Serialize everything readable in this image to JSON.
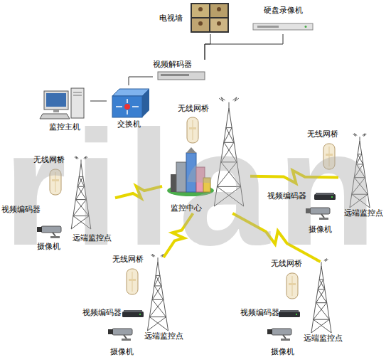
{
  "diagram": {
    "nodes": [
      {
        "text": [
          "电视墙"
        ]
      },
      {
        "text": [
          "硬盘录像机"
        ]
      },
      {
        "text": [
          "视频解码器"
        ]
      },
      {
        "text": [
          "监控主机"
        ]
      },
      {
        "text": [
          "交换机"
        ]
      },
      {
        "text": [
          "无线网桥"
        ]
      },
      {
        "text": [
          "监控中心"
        ]
      },
      {
        "text": [
          "无线网桥"
        ]
      },
      {
        "text": [
          "视频编码器"
        ]
      },
      {
        "text": [
          "摄像机"
        ]
      },
      {
        "text": [
          "远端监控点"
        ]
      },
      {
        "text": [
          "无线网桥"
        ]
      },
      {
        "text": [
          "视频编码器"
        ]
      },
      {
        "text": [
          "摄像机"
        ]
      },
      {
        "text": [
          "远端监控点"
        ]
      },
      {
        "text": [
          "无线网桥"
        ]
      },
      {
        "text": [
          "视频编码器"
        ]
      },
      {
        "text": [
          "摄像机"
        ]
      },
      {
        "text": [
          "远端监控点"
        ]
      },
      {
        "text": [
          "无线网桥"
        ]
      },
      {
        "text": [
          "视频编码器"
        ]
      },
      {
        "text": [
          "摄像机"
        ]
      },
      {
        "text": [
          "远端监控点"
        ]
      }
    ],
    "edges": [
      {
        "from": 0,
        "to": 2,
        "arrow": "none"
      },
      {
        "from": 1,
        "to": 2,
        "arrow": "none"
      },
      {
        "from": 2,
        "to": 4,
        "arrow": "none"
      },
      {
        "from": 4,
        "to": 3,
        "arrow": "none"
      },
      {
        "from": 6,
        "to": 10,
        "arrow": "none"
      },
      {
        "from": 6,
        "to": 14,
        "arrow": "none"
      },
      {
        "from": 6,
        "to": 18,
        "arrow": "none"
      },
      {
        "from": 6,
        "to": 22,
        "arrow": "none"
      }
    ],
    "labels": [
      "rilan"
    ]
  }
}
